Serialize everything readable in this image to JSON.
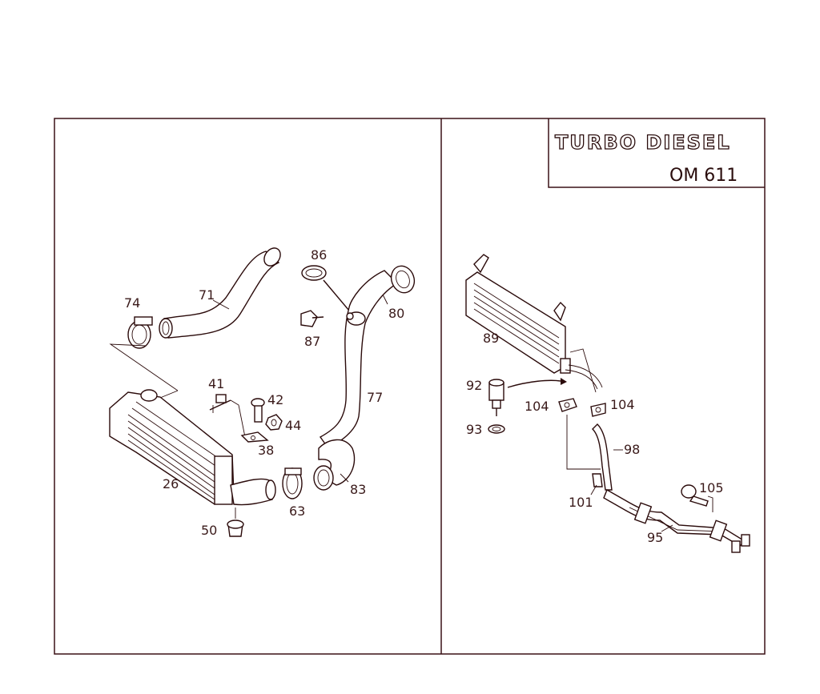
{
  "title_box": {
    "title": "TURBO DIESEL",
    "engine": "OM 611"
  },
  "callouts": {
    "c71": "71",
    "c74": "74",
    "c86": "86",
    "c87": "87",
    "c80": "80",
    "c77": "77",
    "c41": "41",
    "c42": "42",
    "c44": "44",
    "c38": "38",
    "c26": "26",
    "c50": "50",
    "c63": "63",
    "c83": "83",
    "c89": "89",
    "c92": "92",
    "c93": "93",
    "c104a": "104",
    "c104b": "104",
    "c98": "98",
    "c101": "101",
    "c105": "105",
    "c95": "95"
  }
}
